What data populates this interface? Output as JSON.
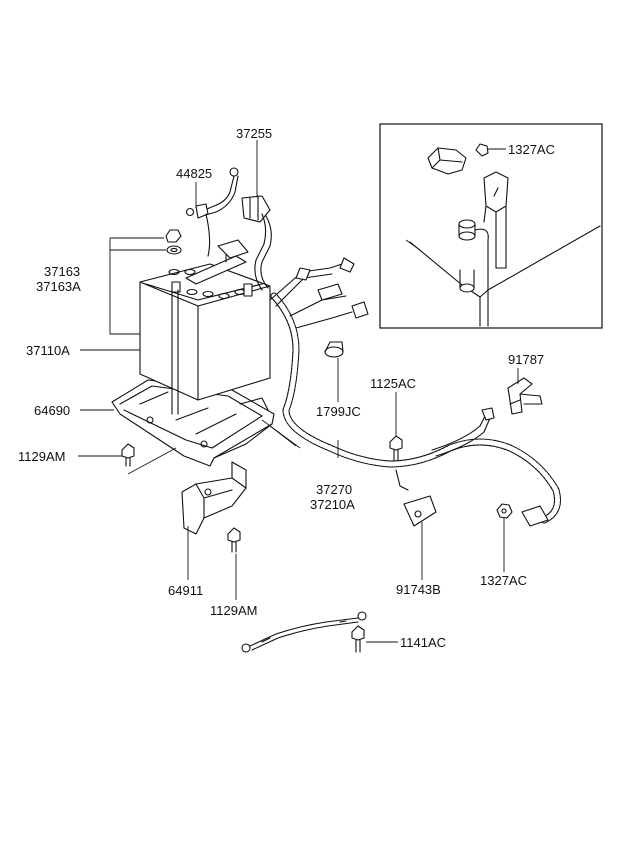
{
  "labels": {
    "p37255": "37255",
    "p44825": "44825",
    "p37163": "37163",
    "p37163A": "37163A",
    "p37110A": "37110A",
    "p64690": "64690",
    "p1129AM_left": "1129AM",
    "p64911": "64911",
    "p1129AM_bottom": "1129AM",
    "p1327AC_inset": "1327AC",
    "p91787": "91787",
    "p1125AC": "1125AC",
    "p1799JC": "1799JC",
    "p37270": "37270",
    "p37210A": "37210A",
    "p91743B": "91743B",
    "p1327AC": "1327AC",
    "p1141AC": "1141AC"
  }
}
